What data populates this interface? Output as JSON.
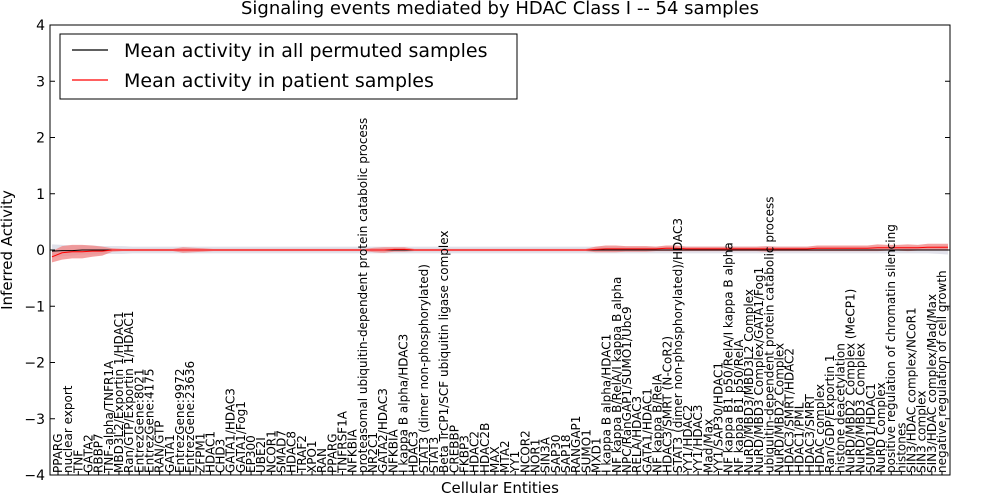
{
  "chart_data": {
    "type": "line",
    "title": "Signaling events mediated by HDAC Class I -- 54 samples",
    "xlabel": "Cellular Entities",
    "ylabel": "Inferred Activity",
    "ylim": [
      -4,
      4
    ],
    "yticks": [
      "−4",
      "−3",
      "−2",
      "−1",
      "0",
      "1",
      "2",
      "3",
      "4"
    ],
    "grid": false,
    "legend_position": "top-left",
    "series": [
      {
        "name": "Mean activity in all permuted samples",
        "color": "#000000",
        "band_color": "#c8c8d8"
      },
      {
        "name": "Mean activity in patient samples",
        "color": "#ff0000",
        "band_color": "#f08080"
      }
    ],
    "categories": [
      "PPARG",
      "nuclear export",
      "TNF",
      "GATA2",
      "RBBP7",
      "TNF-alpha/TNFR1A",
      "MBD3L2/Exportin 1/HDAC1",
      "Ran/GTP/Exportin 1/HDAC1",
      "EntrezGene:8021",
      "EntrezGene:4175",
      "RAN/GTP",
      "GATA1",
      "EntrezGene:9972",
      "EntrezGene:23636",
      "ZFPM1",
      "HDAC1",
      "CHD3",
      "GATA1/HDAC3",
      "GATA1/Fog1",
      "EP300",
      "UBE2I",
      "NCOR1",
      "SMAD7",
      "HDAC8",
      "TRAF2",
      "XPO1",
      "RAN",
      "PPARG",
      "TNFRSF1A",
      "NFKBIA",
      "proteasomal ubiquitin-dependent protein catabolic process",
      "NR2C1",
      "GATA2/HDAC3",
      "NFKBIA",
      "I kappa B alpha/HDAC3",
      "HDAC3",
      "STAT3 (dimer non-phosphorylated)",
      "STAT3",
      "Beta TrCP1/SCF ubiquitin ligase complex",
      "CREBBP",
      "FKBP3",
      "HDAC2",
      "HDAC2B",
      "MAX",
      "MTA2",
      "YY1",
      "NCOR2",
      "NOR1",
      "SIN3A",
      "SAP30",
      "SAP18",
      "RANGAP1",
      "SUMO1",
      "MXD1",
      "I kappa B alpha/HDAC1",
      "NF kappa B/RelA/I kappa B alpha",
      "NPC/RanGAP1/SUMO1/Ubc9",
      "RELA/HDAC3",
      "GATA1/HDAC1",
      "NF kappa B/RelA",
      "HDAC3/SMRT (N-CoR2)",
      "STAT3 (dimer non-phosphorylated)/HDAC3",
      "YY1/HDAC2",
      "YY1/HDAC3",
      "Mad/Max",
      "YY1/SAP30/HDAC1",
      "NF kappa B1 p50/RelA/I kappa B alpha",
      "NF kappa B1 p50/RelA",
      "NuRD/MBD3/MBD3L2 Complex",
      "NuRD/MBD3 Complex/GATA1/Fog1",
      "ubiquitin-dependent protein catabolic process",
      "NuRD/MBD2 Complex",
      "HDAC3/SMRT/HDAC2",
      "HDAC1/PML",
      "HDAC3/SMRT",
      "HDAC complex",
      "Ran/GDP/Exportin 1",
      "histone deacetylation",
      "NuRD/MBD2 Complex (MeCP1)",
      "NuRD/MBD3 Complex",
      "SUMO1/HDAC1",
      "NuRD Complex",
      "positive regulation of chromatin silencing",
      "histones",
      "SIN3/HDAC complex/NCoR1",
      "SIN3 complex",
      "SIN3/HDAC complex/Mad/Max",
      "negative regulation of cell growth"
    ],
    "x_axis_entries": 90,
    "series_values_note_free": true,
    "permuted_mean": [
      -0.02,
      -0.01,
      -0.01,
      0.0,
      0.0,
      0.0,
      0.0,
      0.0,
      0.0,
      0.0,
      0.0,
      0.0,
      0.0,
      0.0,
      0.0,
      0.0,
      0.0,
      0.0,
      0.0,
      0.0,
      0.0,
      0.0,
      0.0,
      0.0,
      0.0,
      0.0,
      0.0,
      0.0,
      0.0,
      0.0,
      0.0,
      0.0,
      0.0,
      0.0,
      0.0,
      0.0,
      0.0,
      0.0,
      0.0,
      0.0,
      0.0,
      0.0,
      0.0,
      0.0,
      0.0,
      0.0,
      0.0,
      0.0,
      0.0,
      0.0,
      0.0,
      0.0,
      0.0,
      0.0,
      0.0,
      0.0,
      0.0,
      0.0,
      0.0,
      0.0,
      0.0,
      0.0,
      0.0,
      0.0,
      0.0,
      0.0,
      0.0,
      0.0,
      0.0,
      0.0,
      0.0,
      0.0,
      0.0,
      0.0,
      0.0,
      0.0,
      0.0,
      0.0,
      0.0,
      0.0,
      0.0,
      0.0,
      0.0,
      0.0,
      0.0,
      0.0,
      0.0,
      0.0,
      0.0,
      0.0
    ],
    "permuted_spread": [
      0.12,
      0.1,
      0.09,
      0.08,
      0.08,
      0.07,
      0.07,
      0.07,
      0.06,
      0.06,
      0.06,
      0.06,
      0.06,
      0.06,
      0.06,
      0.06,
      0.06,
      0.06,
      0.06,
      0.06,
      0.06,
      0.06,
      0.06,
      0.06,
      0.06,
      0.06,
      0.06,
      0.06,
      0.06,
      0.06,
      0.06,
      0.06,
      0.06,
      0.06,
      0.06,
      0.06,
      0.06,
      0.06,
      0.06,
      0.06,
      0.06,
      0.06,
      0.06,
      0.06,
      0.06,
      0.06,
      0.06,
      0.06,
      0.06,
      0.06,
      0.06,
      0.06,
      0.06,
      0.06,
      0.06,
      0.06,
      0.06,
      0.06,
      0.06,
      0.06,
      0.06,
      0.06,
      0.06,
      0.06,
      0.06,
      0.06,
      0.06,
      0.06,
      0.06,
      0.06,
      0.06,
      0.06,
      0.06,
      0.06,
      0.06,
      0.06,
      0.06,
      0.06,
      0.06,
      0.06,
      0.06,
      0.06,
      0.06,
      0.06,
      0.06,
      0.06,
      0.06,
      0.06,
      0.07,
      0.08
    ],
    "patient_mean": [
      -0.12,
      -0.05,
      -0.03,
      -0.03,
      -0.02,
      -0.02,
      0.0,
      0.0,
      0.0,
      0.0,
      0.0,
      0.0,
      0.0,
      0.0,
      0.0,
      0.0,
      0.0,
      0.0,
      0.0,
      0.0,
      0.0,
      0.0,
      0.0,
      0.0,
      0.0,
      0.0,
      0.0,
      0.0,
      0.0,
      0.0,
      0.0,
      0.0,
      0.0,
      0.0,
      0.01,
      0.01,
      0.0,
      0.0,
      0.0,
      0.0,
      0.0,
      0.0,
      0.0,
      0.0,
      0.0,
      0.0,
      0.0,
      0.0,
      0.0,
      0.0,
      0.0,
      0.0,
      0.0,
      0.0,
      0.01,
      0.02,
      0.02,
      0.02,
      0.02,
      0.02,
      0.02,
      0.03,
      0.03,
      0.02,
      0.02,
      0.02,
      0.02,
      0.02,
      0.02,
      0.02,
      0.02,
      0.02,
      0.02,
      0.02,
      0.02,
      0.02,
      0.03,
      0.03,
      0.03,
      0.03,
      0.03,
      0.03,
      0.04,
      0.04,
      0.04,
      0.04,
      0.04,
      0.05,
      0.05,
      0.05
    ],
    "patient_spread": [
      0.1,
      0.12,
      0.12,
      0.12,
      0.1,
      0.08,
      0.03,
      0.02,
      0.02,
      0.02,
      0.02,
      0.02,
      0.02,
      0.05,
      0.04,
      0.03,
      0.02,
      0.02,
      0.02,
      0.02,
      0.02,
      0.02,
      0.02,
      0.02,
      0.02,
      0.02,
      0.02,
      0.02,
      0.02,
      0.02,
      0.02,
      0.02,
      0.04,
      0.05,
      0.04,
      0.04,
      0.02,
      0.02,
      0.02,
      0.02,
      0.02,
      0.02,
      0.02,
      0.02,
      0.02,
      0.02,
      0.02,
      0.02,
      0.02,
      0.02,
      0.02,
      0.02,
      0.02,
      0.02,
      0.05,
      0.06,
      0.06,
      0.05,
      0.05,
      0.05,
      0.04,
      0.05,
      0.05,
      0.04,
      0.04,
      0.04,
      0.04,
      0.04,
      0.04,
      0.04,
      0.04,
      0.05,
      0.04,
      0.04,
      0.04,
      0.04,
      0.05,
      0.05,
      0.05,
      0.05,
      0.05,
      0.05,
      0.06,
      0.05,
      0.05,
      0.06,
      0.05,
      0.06,
      0.06,
      0.06
    ]
  }
}
